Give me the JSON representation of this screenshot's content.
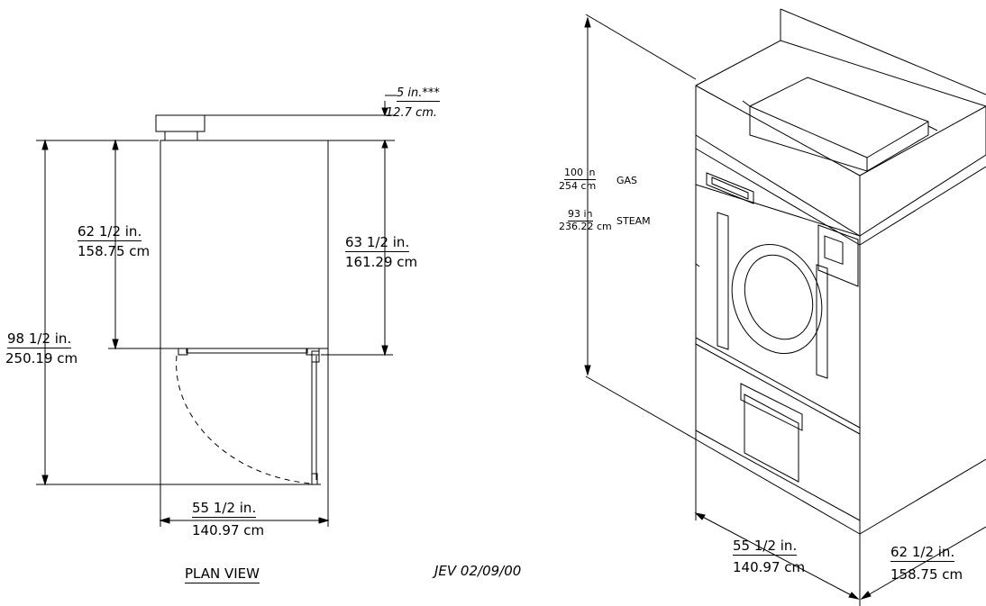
{
  "plan_view": {
    "caption": "PLAN VIEW",
    "top_offset": {
      "in": "5 in.***",
      "cm": "12.7 cm."
    },
    "left_height": {
      "in": "62 1/2 in.",
      "cm": "158.75 cm"
    },
    "right_height": {
      "in": "63 1/2 in.",
      "cm": "161.29 cm"
    },
    "total_height": {
      "in": "98 1/2 in.",
      "cm": "250.19 cm"
    },
    "width": {
      "in": "55 1/2 in.",
      "cm": "140.97 cm"
    }
  },
  "signature": "JEV 02/09/00",
  "iso_view": {
    "gas_height": {
      "in": "100 in",
      "cm": "254 cm",
      "label": "GAS"
    },
    "steam_height": {
      "in": "93 in",
      "cm": "236.22 cm",
      "label": "STEAM"
    },
    "width": {
      "in": "55 1/2 in.",
      "cm": "140.97 cm"
    },
    "depth": {
      "in": "62 1/2 in.",
      "cm": "158.75 cm"
    }
  }
}
